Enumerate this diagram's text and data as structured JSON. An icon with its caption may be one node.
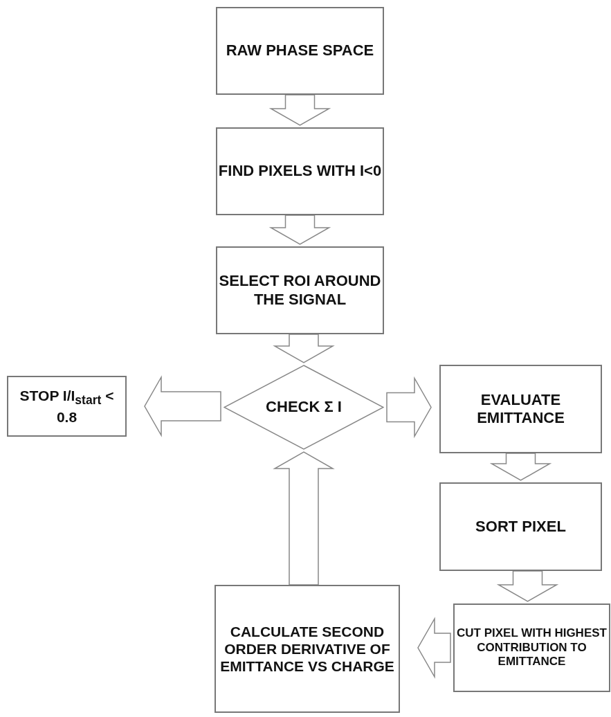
{
  "diagram": {
    "nodes": [
      {
        "text": [
          "RAW PHASE SPACE"
        ]
      },
      {
        "text": [
          "FIND PIXELS WITH I<0"
        ]
      },
      {
        "text": [
          "SELECT ROI AROUND THE SIGNAL"
        ]
      },
      {
        "text": [
          "CHECK Σ I"
        ]
      },
      {
        "text": [
          "STOP I/I$_{start}$ < 0.8"
        ]
      },
      {
        "text": [
          "EVALUATE EMITTANCE"
        ]
      },
      {
        "text": [
          "SORT PIXEL"
        ]
      },
      {
        "text": [
          "CUT PIXEL WITH HIGHEST CONTRIBUTION TO EMITTANCE"
        ]
      },
      {
        "text": [
          "CALCULATE SECOND ORDER DERIVATIVE OF EMITTANCE VS CHARGE"
        ]
      }
    ],
    "edges": [
      {
        "from": 0,
        "to": 1,
        "arrow": "to"
      },
      {
        "from": 1,
        "to": 2,
        "arrow": "to"
      },
      {
        "from": 2,
        "to": 3,
        "arrow": "to"
      },
      {
        "from": 3,
        "to": 4,
        "arrow": "to"
      },
      {
        "from": 3,
        "to": 5,
        "arrow": "to"
      },
      {
        "from": 5,
        "to": 6,
        "arrow": "to"
      },
      {
        "from": 6,
        "to": 7,
        "arrow": "to"
      },
      {
        "from": 7,
        "to": 8,
        "arrow": "to"
      },
      {
        "from": 8,
        "to": 3,
        "arrow": "to"
      }
    ]
  }
}
